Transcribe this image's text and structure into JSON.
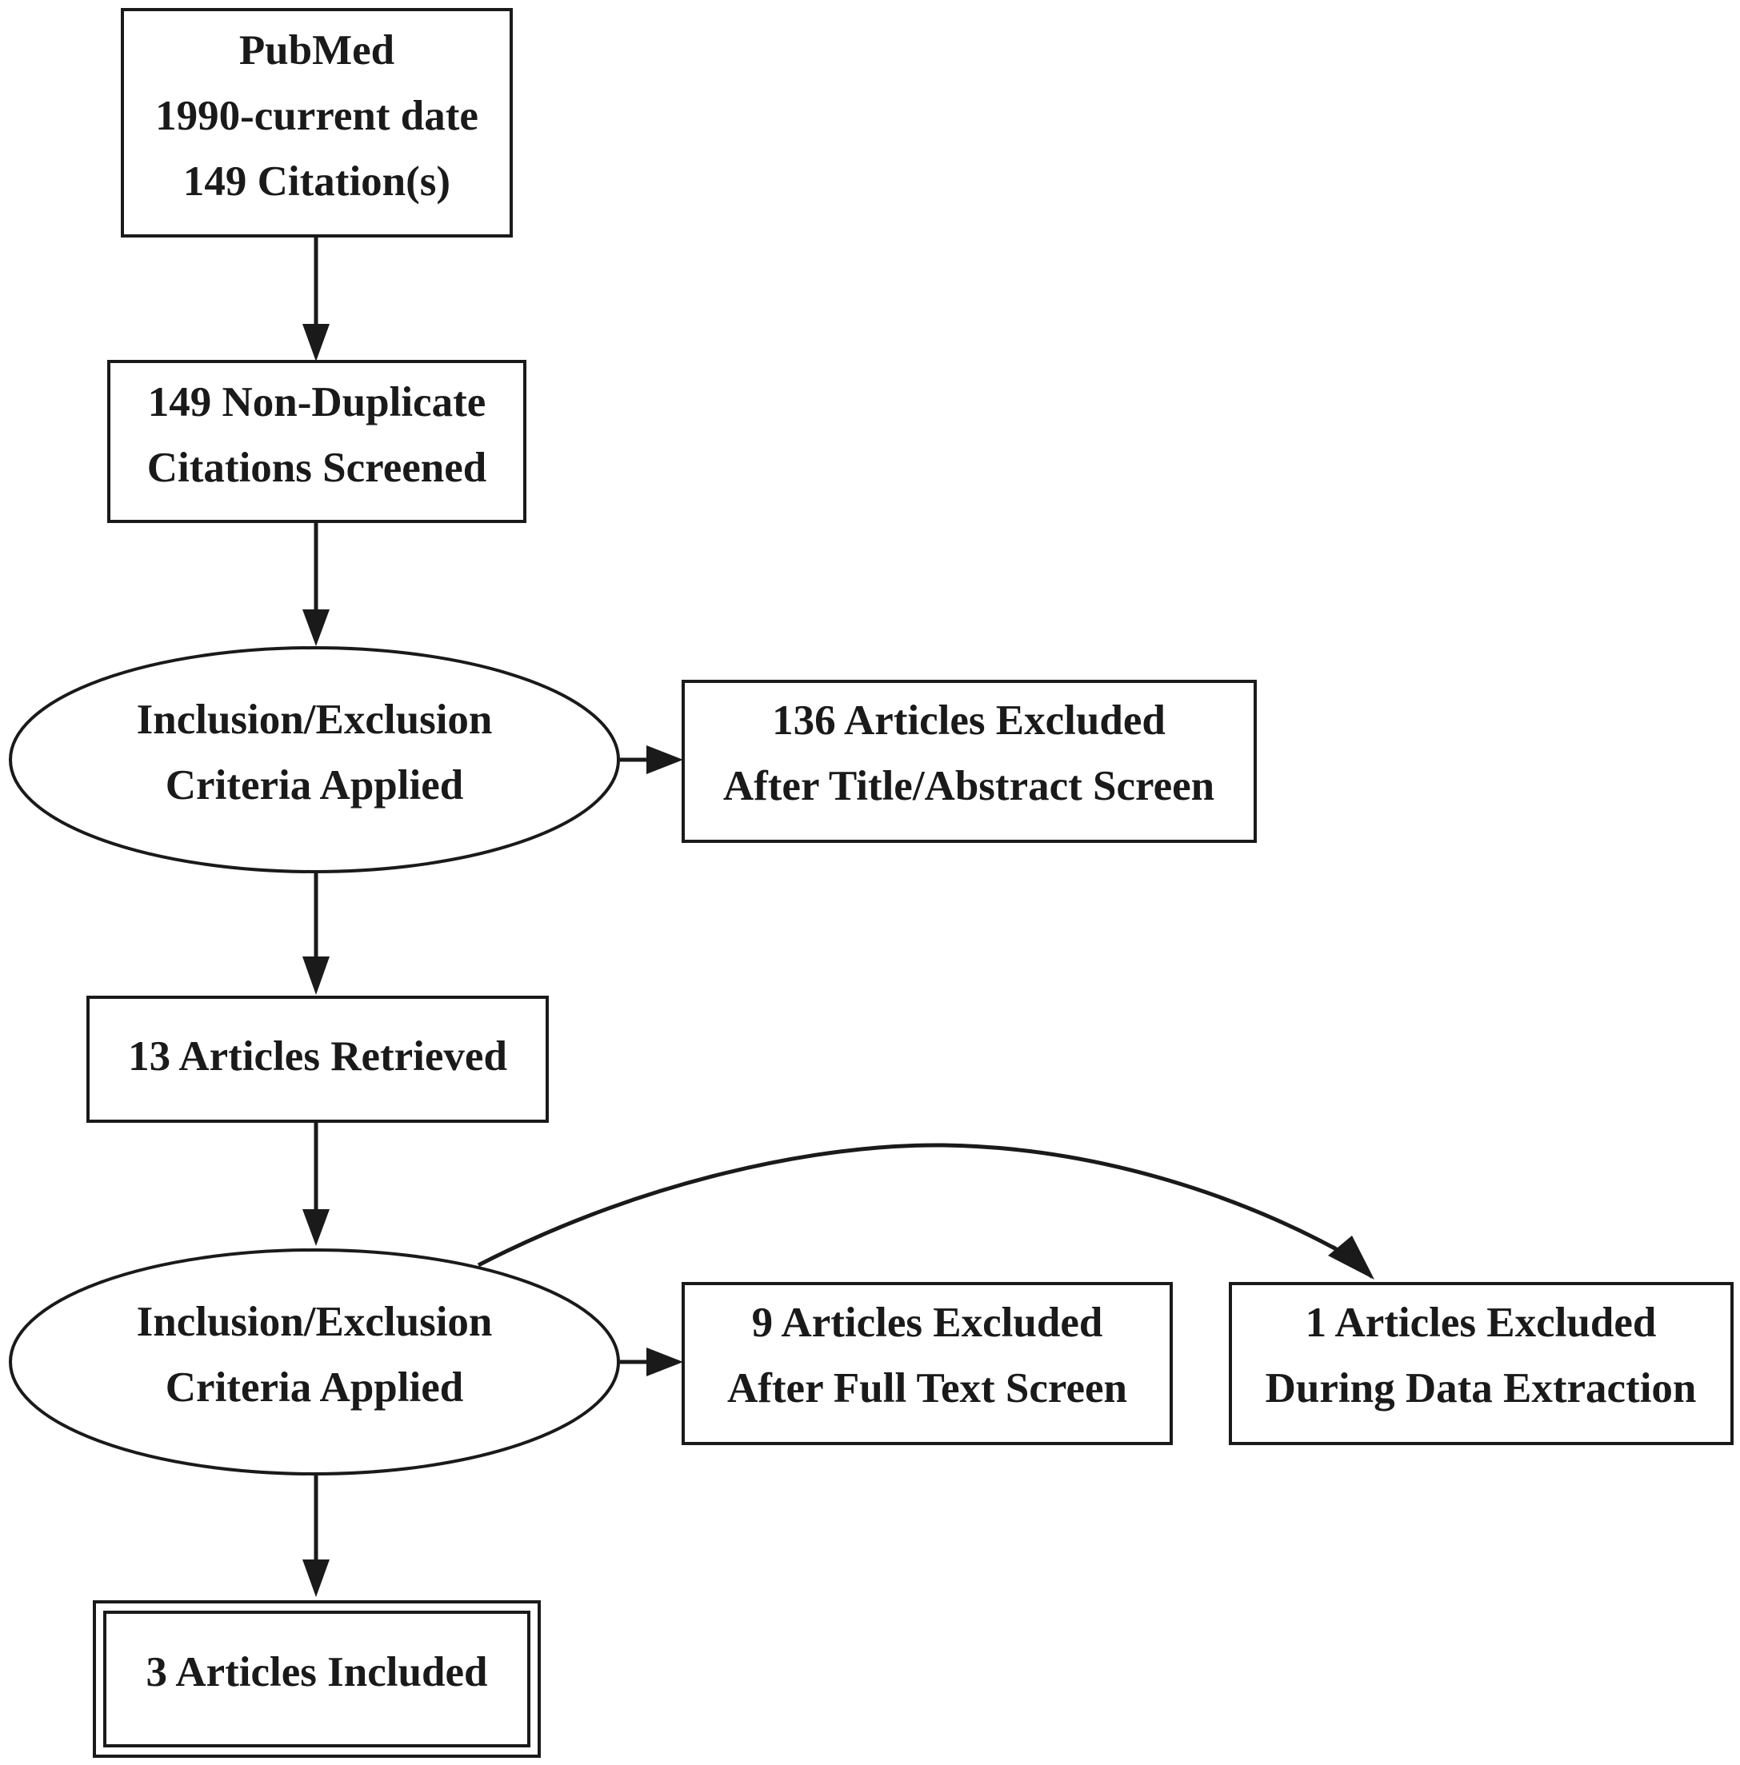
{
  "nodes": {
    "pubmed": {
      "lines": [
        "PubMed",
        "1990-current date",
        "149 Citation(s)"
      ]
    },
    "screened": {
      "lines": [
        "149 Non-Duplicate",
        "Citations Screened"
      ]
    },
    "criteria1": {
      "lines": [
        "Inclusion/Exclusion",
        "Criteria Applied"
      ]
    },
    "excluded_title": {
      "lines": [
        "136 Articles Excluded",
        "After Title/Abstract Screen"
      ]
    },
    "retrieved": {
      "lines": [
        "13 Articles Retrieved"
      ]
    },
    "criteria2": {
      "lines": [
        "Inclusion/Exclusion",
        "Criteria Applied"
      ]
    },
    "excluded_fulltext": {
      "lines": [
        "9 Articles Excluded",
        "After Full Text Screen"
      ]
    },
    "excluded_extraction": {
      "lines": [
        "1 Articles Excluded",
        "During Data Extraction"
      ]
    },
    "included": {
      "lines": [
        "3 Articles Included"
      ]
    }
  },
  "colors": {
    "stroke": "#1a1a1a",
    "background": "#ffffff"
  }
}
